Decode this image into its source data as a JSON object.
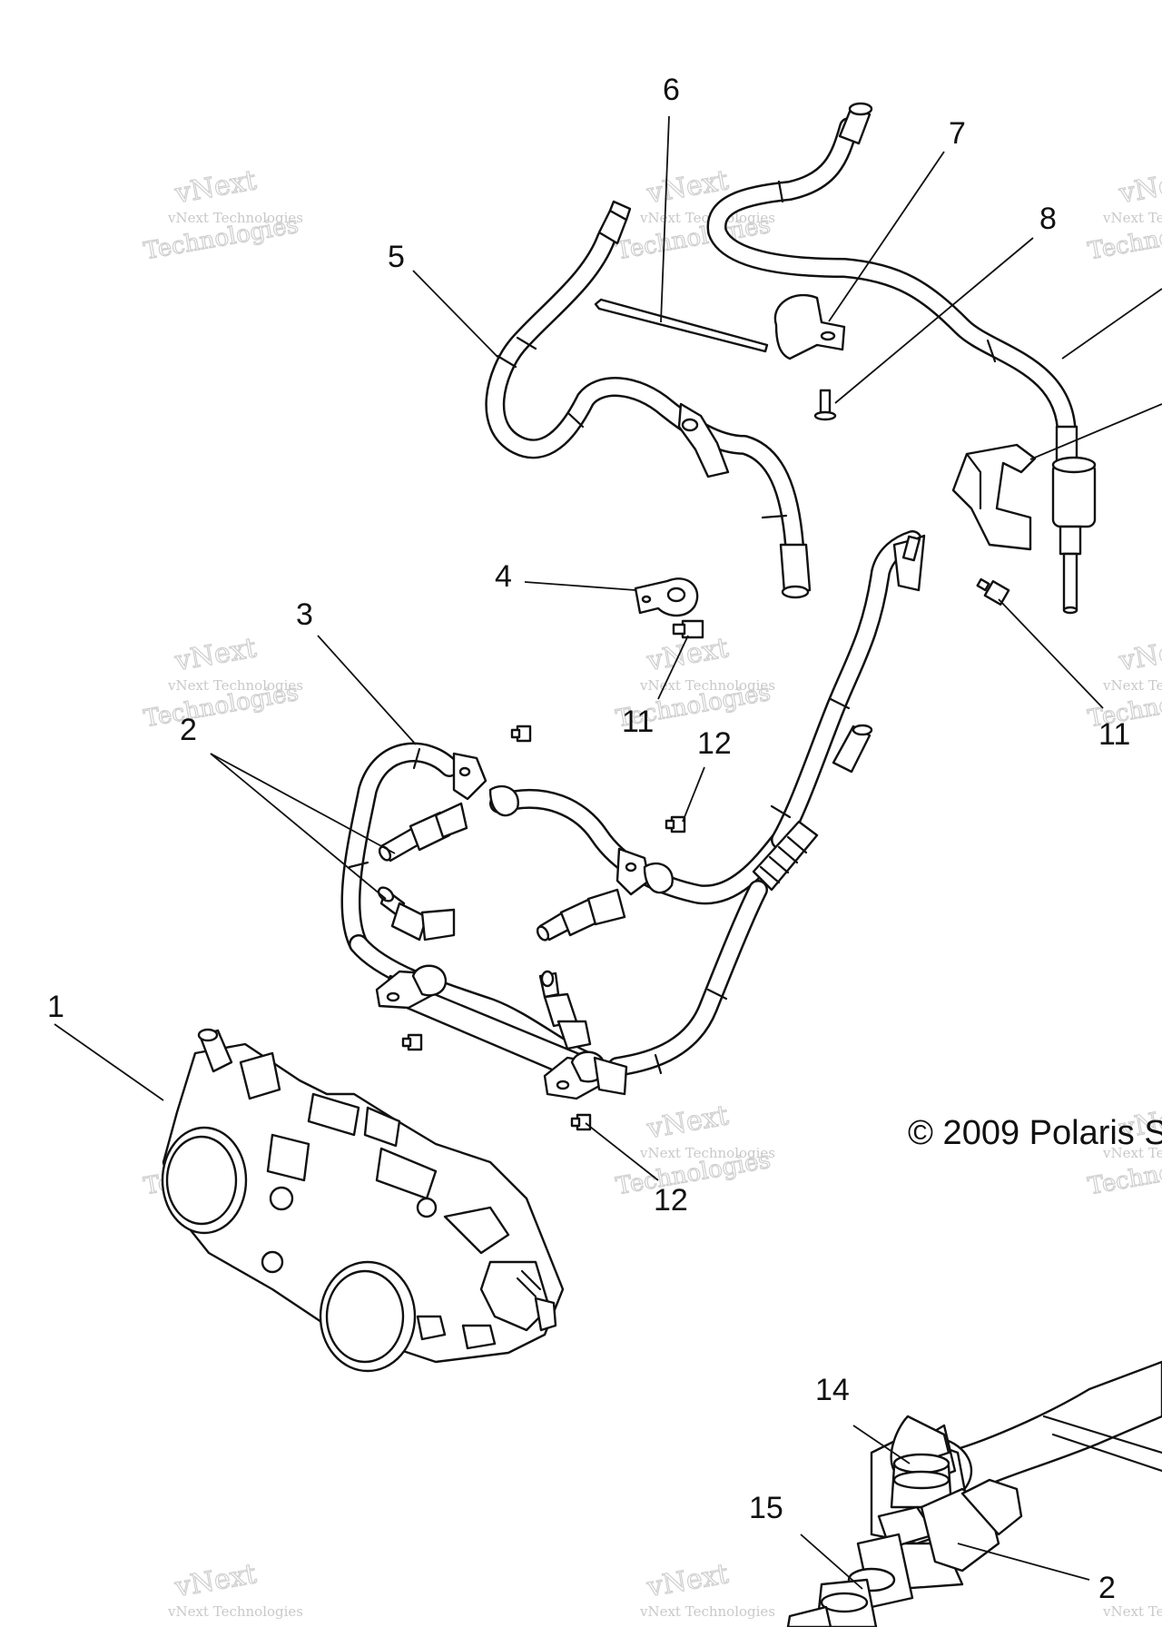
{
  "diagram": {
    "callouts": {
      "c1": "1",
      "c2a": "2",
      "c2b": "2",
      "c3": "3",
      "c4": "4",
      "c5": "5",
      "c6": "6",
      "c7": "7",
      "c8": "8",
      "c11a": "11",
      "c11b": "11",
      "c12a": "12",
      "c12b": "12",
      "c14": "14",
      "c15": "15"
    },
    "copyright": "© 2009 Polaris S",
    "watermark": {
      "line1": "vNext",
      "line2": "vNext Technologies",
      "line3": "Technologies"
    }
  }
}
